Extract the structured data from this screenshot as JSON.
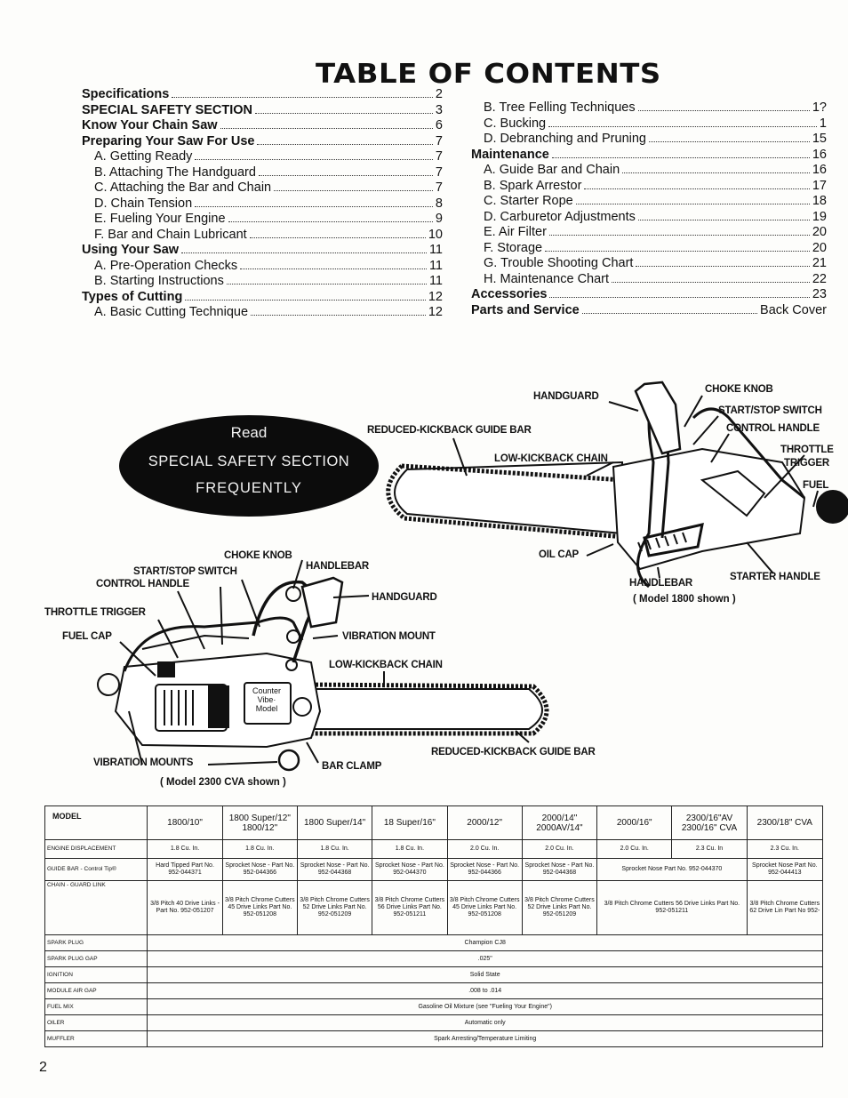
{
  "title": "TABLE OF CONTENTS",
  "toc_left": [
    {
      "label": "Specifications",
      "page": "2",
      "type": "hd"
    },
    {
      "label": "SPECIAL SAFETY SECTION",
      "page": "3",
      "type": "hd"
    },
    {
      "label": "Know Your Chain Saw",
      "page": "6",
      "type": "hd"
    },
    {
      "label": "Preparing Your Saw For Use",
      "page": "7",
      "type": "hd"
    },
    {
      "label": "A. Getting Ready",
      "page": "7",
      "type": "sub"
    },
    {
      "label": "B. Attaching The Handguard",
      "page": "7",
      "type": "sub"
    },
    {
      "label": "C. Attaching the Bar and Chain",
      "page": "7",
      "type": "sub"
    },
    {
      "label": "D. Chain Tension",
      "page": "8",
      "type": "sub"
    },
    {
      "label": "E. Fueling Your Engine",
      "page": "9",
      "type": "sub"
    },
    {
      "label": "F. Bar and Chain Lubricant",
      "page": "10",
      "type": "sub"
    },
    {
      "label": "Using Your Saw",
      "page": "11",
      "type": "hd"
    },
    {
      "label": "A. Pre-Operation Checks",
      "page": "11",
      "type": "sub"
    },
    {
      "label": "B. Starting Instructions",
      "page": "11",
      "type": "sub"
    },
    {
      "label": "Types of Cutting",
      "page": "12",
      "type": "hd"
    },
    {
      "label": "A. Basic Cutting Technique",
      "page": "12",
      "type": "sub"
    }
  ],
  "toc_right": [
    {
      "label": "B. Tree Felling Techniques",
      "page": "1?",
      "type": "sub"
    },
    {
      "label": "C. Bucking",
      "page": "1",
      "type": "sub"
    },
    {
      "label": "D. Debranching and Pruning",
      "page": "15",
      "type": "sub"
    },
    {
      "label": "Maintenance",
      "page": "16",
      "type": "hd"
    },
    {
      "label": "A. Guide Bar and Chain",
      "page": "16",
      "type": "sub"
    },
    {
      "label": "B. Spark Arrestor",
      "page": "17",
      "type": "sub"
    },
    {
      "label": "C. Starter Rope",
      "page": "18",
      "type": "sub"
    },
    {
      "label": "D. Carburetor Adjustments",
      "page": "19",
      "type": "sub"
    },
    {
      "label": "E. Air Filter",
      "page": "20",
      "type": "sub"
    },
    {
      "label": "F. Storage",
      "page": "20",
      "type": "sub"
    },
    {
      "label": "G. Trouble Shooting Chart",
      "page": "21",
      "type": "sub"
    },
    {
      "label": "H. Maintenance Chart",
      "page": "22",
      "type": "sub"
    },
    {
      "label": "Accessories",
      "page": "23",
      "type": "hd"
    },
    {
      "label": "Parts and Service",
      "page": "Back Cover",
      "type": "hd"
    }
  ],
  "oval": {
    "line1": "Read",
    "line2": "SPECIAL SAFETY SECTION",
    "line3": "FREQUENTLY"
  },
  "labels_top": {
    "handguard": "HANDGUARD",
    "choke_knob": "CHOKE KNOB",
    "start_stop": "START/STOP SWITCH",
    "control_handle": "CONTROL HANDLE",
    "throttle_trigger_1": "THROTTLE",
    "throttle_trigger_2": "TRIGGER",
    "fuel": "FUEL",
    "reduced_kickback": "REDUCED-KICKBACK GUIDE BAR",
    "low_kickback": "LOW-KICKBACK CHAIN",
    "oil_cap": "OIL CAP",
    "handlebar": "HANDLEBAR",
    "starter_handle": "STARTER HANDLE",
    "caption": "( Model 1800 shown )"
  },
  "labels_bottom": {
    "choke_knob": "CHOKE KNOB",
    "start_stop": "START/STOP SWITCH",
    "handlebar": "HANDLEBAR",
    "control_handle": "CONTROL HANDLE",
    "handguard": "HANDGUARD",
    "throttle_trigger": "THROTTLE TRIGGER",
    "fuel_cap": "FUEL CAP",
    "vibration_mount": "VIBRATION MOUNT",
    "low_kickback": "LOW-KICKBACK CHAIN",
    "counter_vibe_1": "Counter",
    "counter_vibe_2": "Vibe·",
    "counter_vibe_3": "Model",
    "reduced_kickback": "REDUCED-KICKBACK GUIDE BAR",
    "vibration_mounts": "VIBRATION MOUNTS",
    "bar_clamp": "BAR CLAMP",
    "caption": "( Model 2300 CVA shown )"
  },
  "spec_table": {
    "model_label": "MODEL",
    "models": [
      "1800/10\"",
      "1800 Super/12\" 1800/12\"",
      "1800 Super/14\"",
      "18 Super/16\"",
      "2000/12\"",
      "2000/14\" 2000AV/14\"",
      "2000/16\"",
      "2300/16\"AV 2300/16\" CVA",
      "2300/18\" CVA"
    ],
    "rows": {
      "engine": {
        "label": "ENGINE DISPLACEMENT",
        "values": [
          "1.8 Cu. In.",
          "1.8 Cu. In.",
          "1.8 Cu. In.",
          "1.8 Cu. In.",
          "2.0 Cu. In.",
          "2.0 Cu. In.",
          "2.0 Cu. In.",
          "2.3 Cu. In",
          "2.3 Cu. In."
        ]
      },
      "guide_bar": {
        "label": "GUIDE BAR - Control Tip®",
        "values": [
          "Hard Tipped Part No. 952-044371",
          "Sprocket Nose - Part No. 952-044366",
          "Sprocket Nose - Part No. 952-044368",
          "Sprocket Nose - Part No. 952-044370",
          "Sprocket Nose - Part No. 952-044366",
          "Sprocket Nose - Part No. 952-044368",
          "Sprocket Nose Part No. 952-044370",
          "Sprocket Nose Part No. 952-044413"
        ]
      },
      "chain": {
        "label": "CHAIN - GUARD LINK",
        "values": [
          "3/8 Pitch 40 Drive Links - Part No. 952-051207",
          "3/8 Pitch Chrome Cutters 45 Drive Links Part No. 952-051208",
          "3/8 Pitch Chrome Cutters 52 Drive Links Part No. 952-051209",
          "3/8 Pitch Chrome Cutters 56 Drive Links Part No. 952-051211",
          "3/8 Pitch Chrome Cutters 45 Drive Links Part No. 952-051208",
          "3/8 Pitch Chrome Cutters 52 Drive Links Part No. 952-051209",
          "3/8 Pitch Chrome Cutters 56 Drive Links Part No. 952-051211",
          "3/8 Pitch Chrome Cutters 62 Drive Lin Part No 952-"
        ]
      },
      "spark_plug": {
        "label": "SPARK PLUG",
        "value": "Champion CJ8"
      },
      "spark_plug_gap": {
        "label": "SPARK PLUG GAP",
        "value": ".025\""
      },
      "ignition": {
        "label": "IGNITION",
        "value": "Solid State"
      },
      "module_air_gap": {
        "label": "MODULE AIR GAP",
        "value": ".008 to .014"
      },
      "fuel_mix": {
        "label": "FUEL MIX",
        "value": "Gasoline Oil Mixture (see \"Fueling Your Engine\")"
      },
      "oiler": {
        "label": "OILER",
        "value": "Automatic only"
      },
      "muffler": {
        "label": "MUFFLER",
        "value": "Spark Arresting/Temperature Limiting"
      }
    }
  },
  "page_number": "2"
}
